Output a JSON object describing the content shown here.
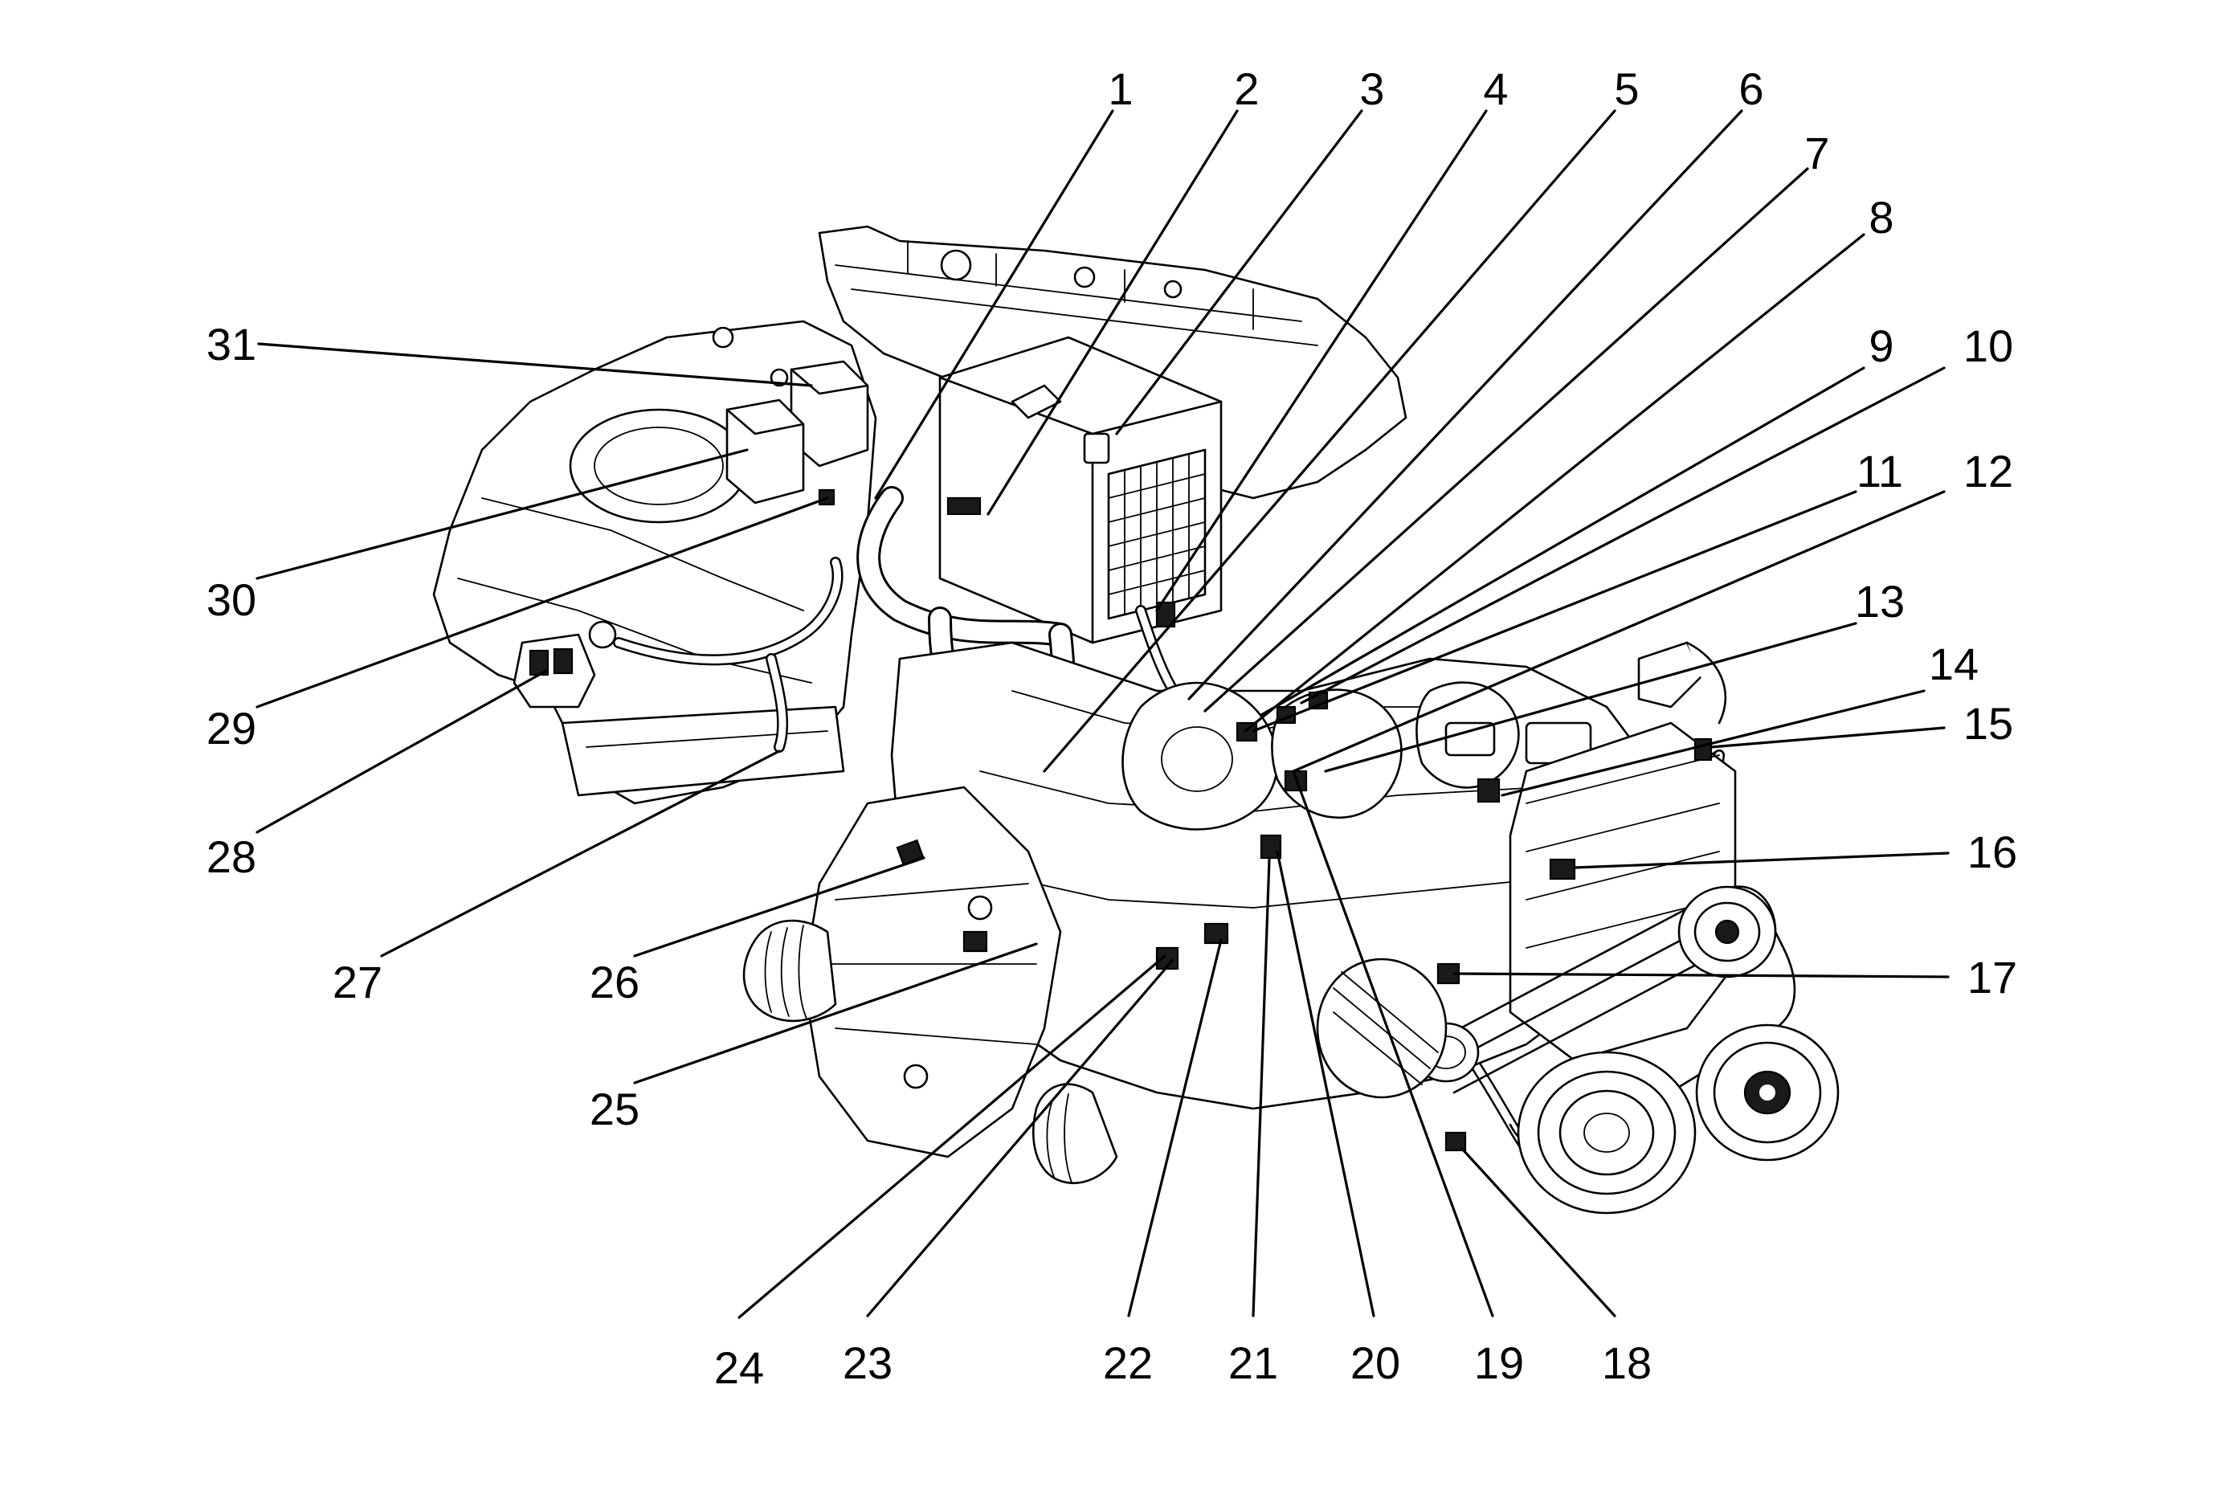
{
  "callouts": [
    {
      "id": 1,
      "label": "1"
    },
    {
      "id": 2,
      "label": "2"
    },
    {
      "id": 3,
      "label": "3"
    },
    {
      "id": 4,
      "label": "4"
    },
    {
      "id": 5,
      "label": "5"
    },
    {
      "id": 6,
      "label": "6"
    },
    {
      "id": 7,
      "label": "7"
    },
    {
      "id": 8,
      "label": "8"
    },
    {
      "id": 9,
      "label": "9"
    },
    {
      "id": 10,
      "label": "10"
    },
    {
      "id": 11,
      "label": "11"
    },
    {
      "id": 12,
      "label": "12"
    },
    {
      "id": 13,
      "label": "13"
    },
    {
      "id": 14,
      "label": "14"
    },
    {
      "id": 15,
      "label": "15"
    },
    {
      "id": 16,
      "label": "16"
    },
    {
      "id": 17,
      "label": "17"
    },
    {
      "id": 18,
      "label": "18"
    },
    {
      "id": 19,
      "label": "19"
    },
    {
      "id": 20,
      "label": "20"
    },
    {
      "id": 21,
      "label": "21"
    },
    {
      "id": 22,
      "label": "22"
    },
    {
      "id": 23,
      "label": "23"
    },
    {
      "id": 24,
      "label": "24"
    },
    {
      "id": 25,
      "label": "25"
    },
    {
      "id": 26,
      "label": "26"
    },
    {
      "id": 27,
      "label": "27"
    },
    {
      "id": 28,
      "label": "28"
    },
    {
      "id": 29,
      "label": "29"
    },
    {
      "id": 30,
      "label": "30"
    },
    {
      "id": 31,
      "label": "31"
    }
  ]
}
